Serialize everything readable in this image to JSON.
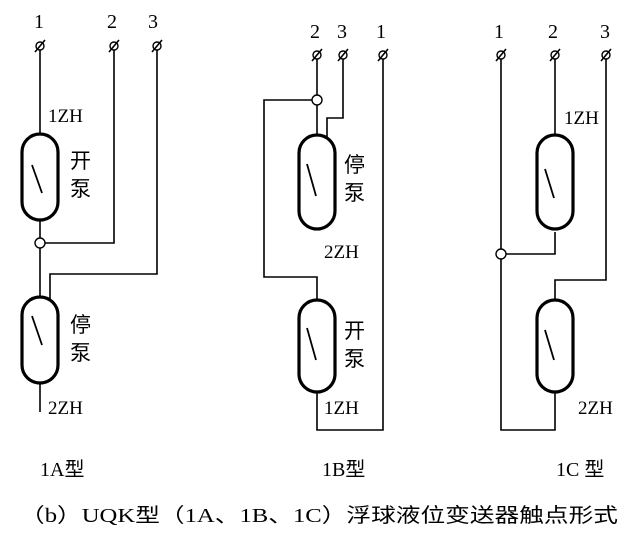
{
  "diagrams": {
    "a": {
      "terminals": [
        "1",
        "2",
        "3"
      ],
      "switch_top": {
        "name": "1ZH",
        "label_line1": "开",
        "label_line2": "泵"
      },
      "switch_bottom": {
        "name": "2ZH",
        "label_line1": "停",
        "label_line2": "泵"
      },
      "type_label": "1A型"
    },
    "b": {
      "terminals": [
        "2",
        "3",
        "1"
      ],
      "switch_top": {
        "name": "2ZH",
        "label_line1": "停",
        "label_line2": "泵"
      },
      "switch_bottom": {
        "name": "1ZH",
        "label_line1": "开",
        "label_line2": "泵"
      },
      "type_label": "1B型"
    },
    "c": {
      "terminals": [
        "1",
        "2",
        "3"
      ],
      "switch_top": {
        "name": "1ZH"
      },
      "switch_bottom": {
        "name": "2ZH"
      },
      "type_label": "1C 型"
    }
  },
  "caption": "（b）UQK型（1A、1B、1C）浮球液位变送器触点形式"
}
